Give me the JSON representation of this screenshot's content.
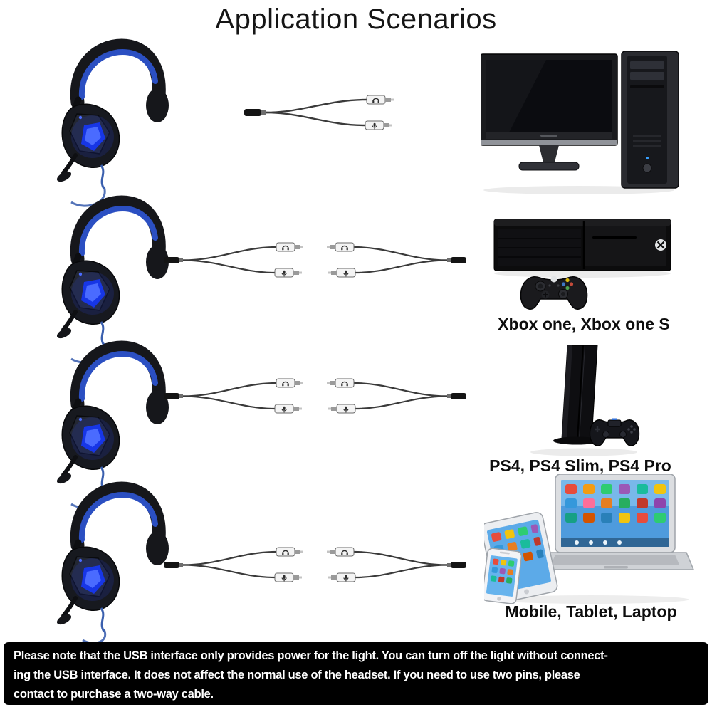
{
  "title": "Application Scenarios",
  "rows": [
    {
      "headset_icon": "gaming-headset",
      "cable_icon": "y-splitter-cable",
      "device_icon": "desktop-pc",
      "label": ""
    },
    {
      "headset_icon": "gaming-headset",
      "cable_icon": "double-splitter-cable",
      "device_icon": "xbox-one-console-with-controller",
      "label": "Xbox one, Xbox one S"
    },
    {
      "headset_icon": "gaming-headset",
      "cable_icon": "double-splitter-cable",
      "device_icon": "ps4-console-with-controller",
      "label": "PS4, PS4 Slim, PS4 Pro"
    },
    {
      "headset_icon": "gaming-headset",
      "cable_icon": "double-splitter-cable",
      "device_icon": "laptop-tablet-phone",
      "label": "Mobile, Tablet, Laptop"
    }
  ],
  "footer_note": {
    "lines": [
      "Please note that the USB interface only provides power for the light. You can turn off the light without connect-",
      "ing the USB interface. It does not affect the normal use of the headset. If you need to use two pins, please",
      "contact to purchase a two-way cable."
    ]
  },
  "colors": {
    "background": "#ffffff",
    "headset_led_blue": "#2a46ff",
    "headset_band_blue": "#2b4fc2",
    "footer_background": "#000000",
    "footer_text": "#ffffff",
    "text": "#111111"
  }
}
